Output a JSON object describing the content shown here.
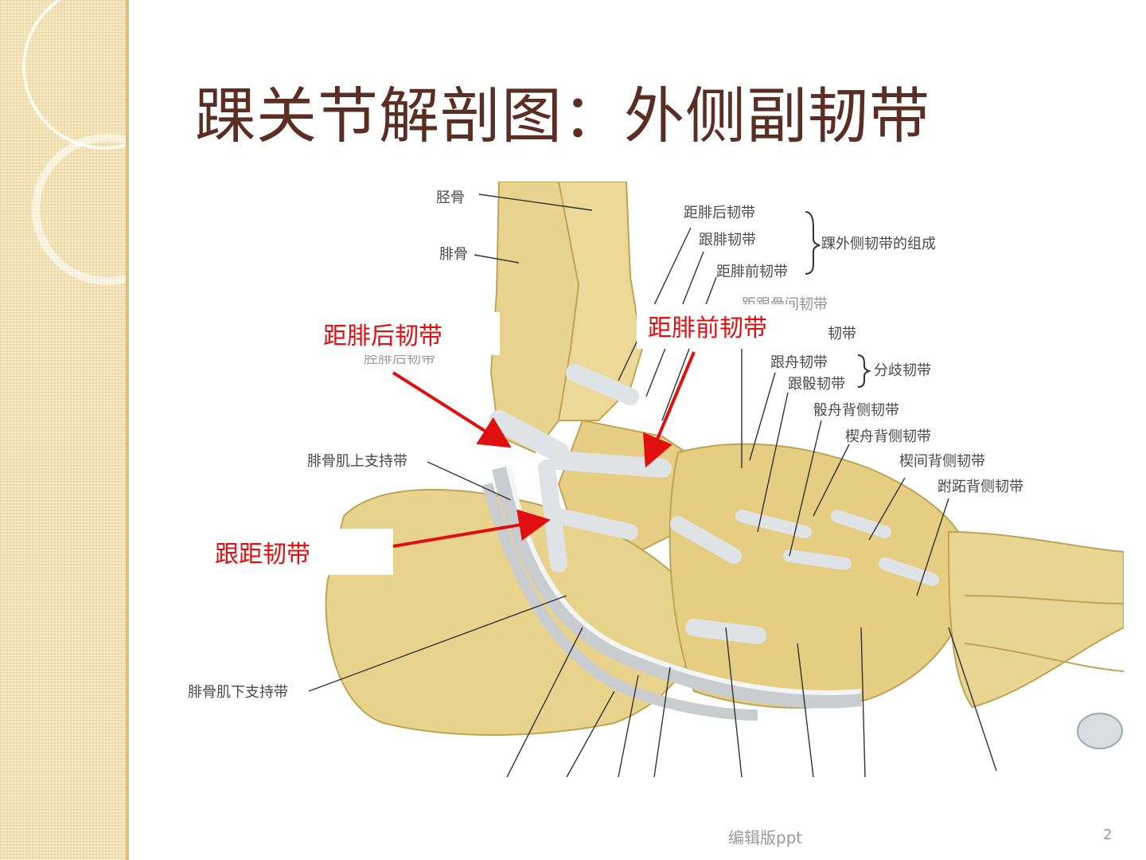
{
  "slide": {
    "title": "踝关节解剖图：外侧副韧带",
    "footer": "编辑版ppt",
    "page_number": "2"
  },
  "figure": {
    "labels": {
      "tibia": "胫骨",
      "fibula": "腓骨",
      "post_talofibular": "距腓后韧带",
      "calcaneofibular": "跟腓韧带",
      "ant_talofibular": "距腓前韧带",
      "lateral_group": "踝外侧韧带的组成",
      "partial_1": "距跟骨间韧带",
      "partial_2": "韧带",
      "partial_3": "胫腓后韧带",
      "calcaneonavicular": "跟舟韧带",
      "calcaneocuboid": "跟骰韧带",
      "bifurcate": "分歧韧带",
      "dorsal_cuboideonavicular": "骰舟背侧韧带",
      "dorsal_cuneonavicular": "楔舟背侧韧带",
      "dorsal_intercuneiform": "楔间背侧韧带",
      "dorsal_tarsometatarsal": "跗跖背侧韧带",
      "sup_peroneal_retinaculum": "腓骨肌上支持带",
      "inf_peroneal_retinaculum": "腓骨肌下支持带"
    },
    "annotations": {
      "post": "距腓后韧带",
      "ant": "距腓前韧带",
      "talocalcaneal": "跟距韧带"
    },
    "colors": {
      "annotation": "#e01010",
      "bone": "#e6d08a",
      "ligament": "#dfe3e6",
      "title": "#5a2e22"
    }
  }
}
